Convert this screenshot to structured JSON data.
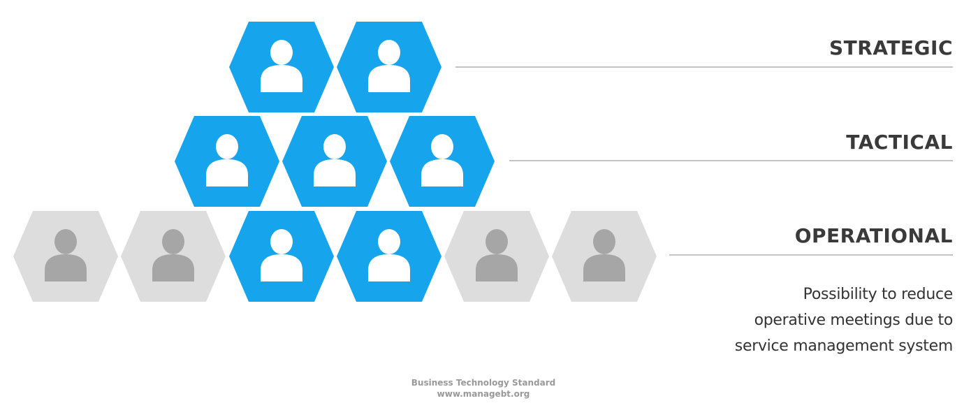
{
  "levels": [
    {
      "label": "STRATEGIC"
    },
    {
      "label": "TACTICAL"
    },
    {
      "label": "OPERATIONAL"
    }
  ],
  "note_lines": [
    "Possibility to reduce",
    "operative meetings due to",
    "service management system"
  ],
  "footer": {
    "line1": "Business Technology Standard",
    "line2": "www.managebt.org"
  },
  "hexagons": {
    "rows": [
      {
        "level": "STRATEGIC",
        "states": [
          "active",
          "active"
        ]
      },
      {
        "level": "TACTICAL",
        "states": [
          "active",
          "active",
          "active"
        ]
      },
      {
        "level": "OPERATIONAL",
        "states": [
          "inactive",
          "inactive",
          "active",
          "active",
          "inactive",
          "inactive"
        ]
      }
    ],
    "icon": "person-icon"
  },
  "colors": {
    "active_fill": "#16a5ec",
    "active_icon": "#ffffff",
    "inactive_fill": "#dddddd",
    "inactive_icon": "#a6a6a6",
    "label_text": "#3a3a3a",
    "rule": "#c4c4c4",
    "footer_text": "#9a9a9a"
  }
}
